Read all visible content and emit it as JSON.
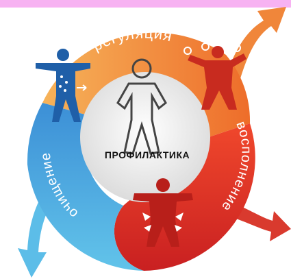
{
  "diagram": {
    "center_label": "ПРОФИЛАКТИКА",
    "segments": [
      {
        "label": "регуляция",
        "color": "#f08a2c"
      },
      {
        "label": "восполнение",
        "color": "#e8362a"
      },
      {
        "label": "очищение",
        "color": "#2ba6d8"
      }
    ],
    "colors": {
      "orange": "#f28c2e",
      "red": "#e2332a",
      "blue": "#2aa3d6",
      "figure_blue": "#1f5fa8",
      "figure_red": "#c82b1f",
      "center_disc": "#efefef",
      "top_band": "#f7b2f2"
    }
  }
}
